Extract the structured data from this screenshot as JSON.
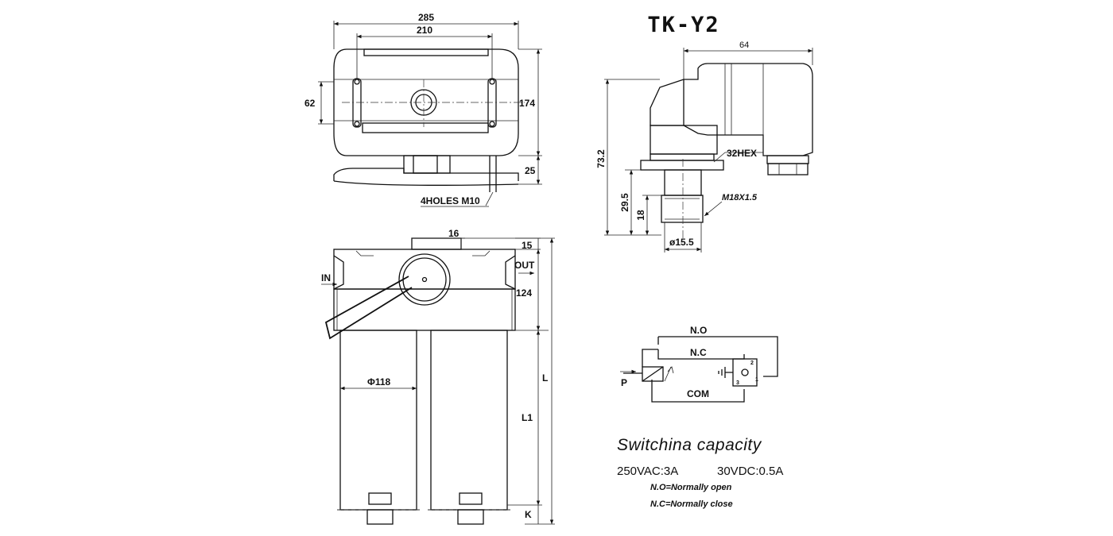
{
  "title": "TK-Y2",
  "top_view": {
    "dim_overall_width": "285",
    "dim_inner_width": "210",
    "dim_left_height": "62",
    "dim_right_height": "174",
    "dim_base": "25",
    "holes_note": "4HOLES M10"
  },
  "front_view": {
    "dim_top": "16",
    "dim_cap": "15",
    "label_in": "IN",
    "label_out": "OUT",
    "dim_head": "124",
    "dim_diameter": "Φ118",
    "dim_l": "L",
    "dim_l1": "L1",
    "dim_k": "K"
  },
  "sensor": {
    "dim_width": "64",
    "dim_height": "73.2",
    "dim_hex": "32HEX",
    "dim_thread": "M18X1.5",
    "dim_body": "29.5",
    "dim_stem": "18",
    "dim_stem_dia": "ø15.5"
  },
  "circuit": {
    "label_no": "N.O",
    "label_nc": "N.C",
    "label_com": "COM",
    "label_p": "P",
    "pin_1": "1",
    "pin_2": "2",
    "pin_3": "3"
  },
  "specs": {
    "heading": "Switchina capacity",
    "rating_ac": "250VAC:3A",
    "rating_dc": "30VDC:0.5A",
    "note_no": "N.O=Normally open",
    "note_nc": "N.C=Normally close"
  }
}
